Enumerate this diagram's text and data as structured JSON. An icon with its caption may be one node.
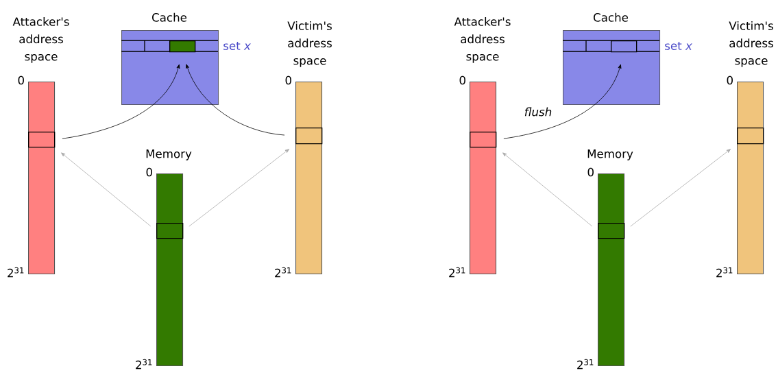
{
  "diagram": {
    "nodes": [
      {
        "text": [
          "Attacker's address space"
        ],
        "beside": [
          "0",
          "2$^{31}$"
        ]
      },
      {
        "text": [],
        "shape": "box",
        "in": 0
      },
      {
        "text": [
          "Cache"
        ],
        "beside": [
          "set *x*"
        ]
      },
      {
        "text": [],
        "shape": "box",
        "in": 2
      },
      {
        "text": [
          "Victim's address space"
        ],
        "beside": [
          "0",
          "2$^{31}$"
        ]
      },
      {
        "text": [],
        "shape": "box",
        "in": 4
      },
      {
        "text": [
          "Memory"
        ],
        "beside": [
          "0",
          "2$^{31}$"
        ]
      },
      {
        "text": [],
        "shape": "box",
        "in": 6
      },
      {
        "text": [
          "Attacker's address space"
        ],
        "beside": [
          "0",
          "2$^{31}$"
        ]
      },
      {
        "text": [],
        "shape": "box",
        "in": 8
      },
      {
        "text": [
          "Cache"
        ],
        "beside": [
          "set *x*"
        ]
      },
      {
        "text": [],
        "shape": "box",
        "in": 10
      },
      {
        "text": [
          "Victim's address space"
        ],
        "beside": [
          "0",
          "2$^{31}$"
        ]
      },
      {
        "text": [],
        "shape": "box",
        "in": 12
      },
      {
        "text": [
          "Memory"
        ],
        "beside": [
          "0",
          "2$^{31}$"
        ]
      },
      {
        "text": [],
        "shape": "box",
        "in": 14
      }
    ],
    "edges": [
      {
        "from": 7,
        "to": 1,
        "arrow": "to"
      },
      {
        "from": 7,
        "to": 5,
        "arrow": "to"
      },
      {
        "from": 1,
        "to": 3,
        "arrow": "to",
        "color": "#000000"
      },
      {
        "from": 5,
        "to": 3,
        "arrow": "to",
        "color": "#000000"
      },
      {
        "from": 15,
        "to": 9,
        "arrow": "to"
      },
      {
        "from": 15,
        "to": 13,
        "arrow": "to"
      },
      {
        "from": 9,
        "to": 11,
        "arrow": "to",
        "label": "flush",
        "color": "#000000"
      }
    ]
  }
}
